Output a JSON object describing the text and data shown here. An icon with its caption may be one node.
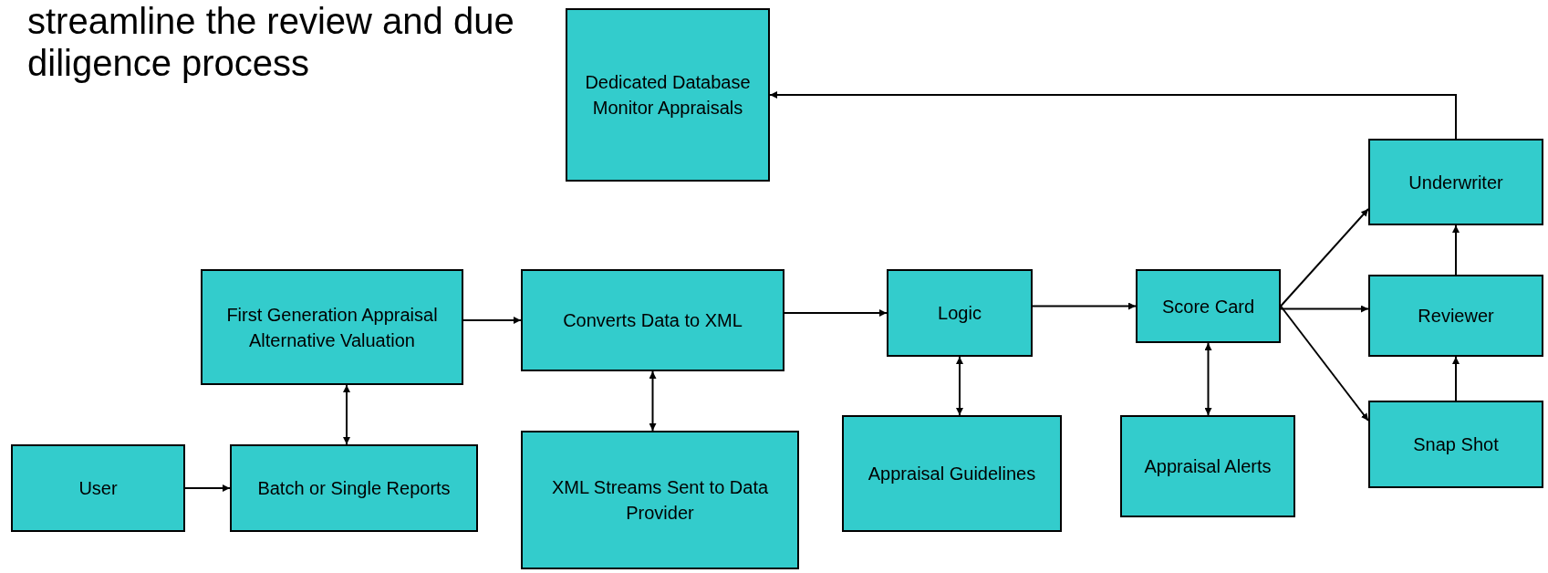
{
  "diagram": {
    "title": "streamline the review and due diligence process",
    "nodes": [
      {
        "text": [
          "Dedicated Database Monitor Appraisals"
        ]
      },
      {
        "text": [
          "Underwriter"
        ]
      },
      {
        "text": [
          "First Generation Appraisal Alternative Valuation"
        ]
      },
      {
        "text": [
          "Converts Data to XML"
        ]
      },
      {
        "text": [
          "Logic"
        ]
      },
      {
        "text": [
          "Score Card"
        ]
      },
      {
        "text": [
          "Reviewer"
        ]
      },
      {
        "text": [
          "Snap Shot"
        ]
      },
      {
        "text": [
          "Appraisal Guidelines"
        ]
      },
      {
        "text": [
          "Appraisal Alerts"
        ]
      },
      {
        "text": [
          "User"
        ]
      },
      {
        "text": [
          "Batch or Single Reports"
        ]
      },
      {
        "text": [
          "XML Streams Sent to Data Provider"
        ]
      }
    ],
    "edges": [
      {
        "from": 10,
        "to": 11,
        "arrow": "to"
      },
      {
        "from": 11,
        "to": 2,
        "arrow": "both"
      },
      {
        "from": 2,
        "to": 3,
        "arrow": "to"
      },
      {
        "from": 3,
        "to": 12,
        "arrow": "both"
      },
      {
        "from": 3,
        "to": 4,
        "arrow": "to"
      },
      {
        "from": 4,
        "to": 8,
        "arrow": "both"
      },
      {
        "from": 4,
        "to": 5,
        "arrow": "to"
      },
      {
        "from": 5,
        "to": 9,
        "arrow": "both"
      },
      {
        "from": 5,
        "to": 1,
        "arrow": "to"
      },
      {
        "from": 5,
        "to": 6,
        "arrow": "to"
      },
      {
        "from": 5,
        "to": 7,
        "arrow": "to"
      },
      {
        "from": 7,
        "to": 6,
        "arrow": "to"
      },
      {
        "from": 6,
        "to": 1,
        "arrow": "to"
      },
      {
        "from": 1,
        "to": 0,
        "arrow": "to"
      }
    ]
  }
}
